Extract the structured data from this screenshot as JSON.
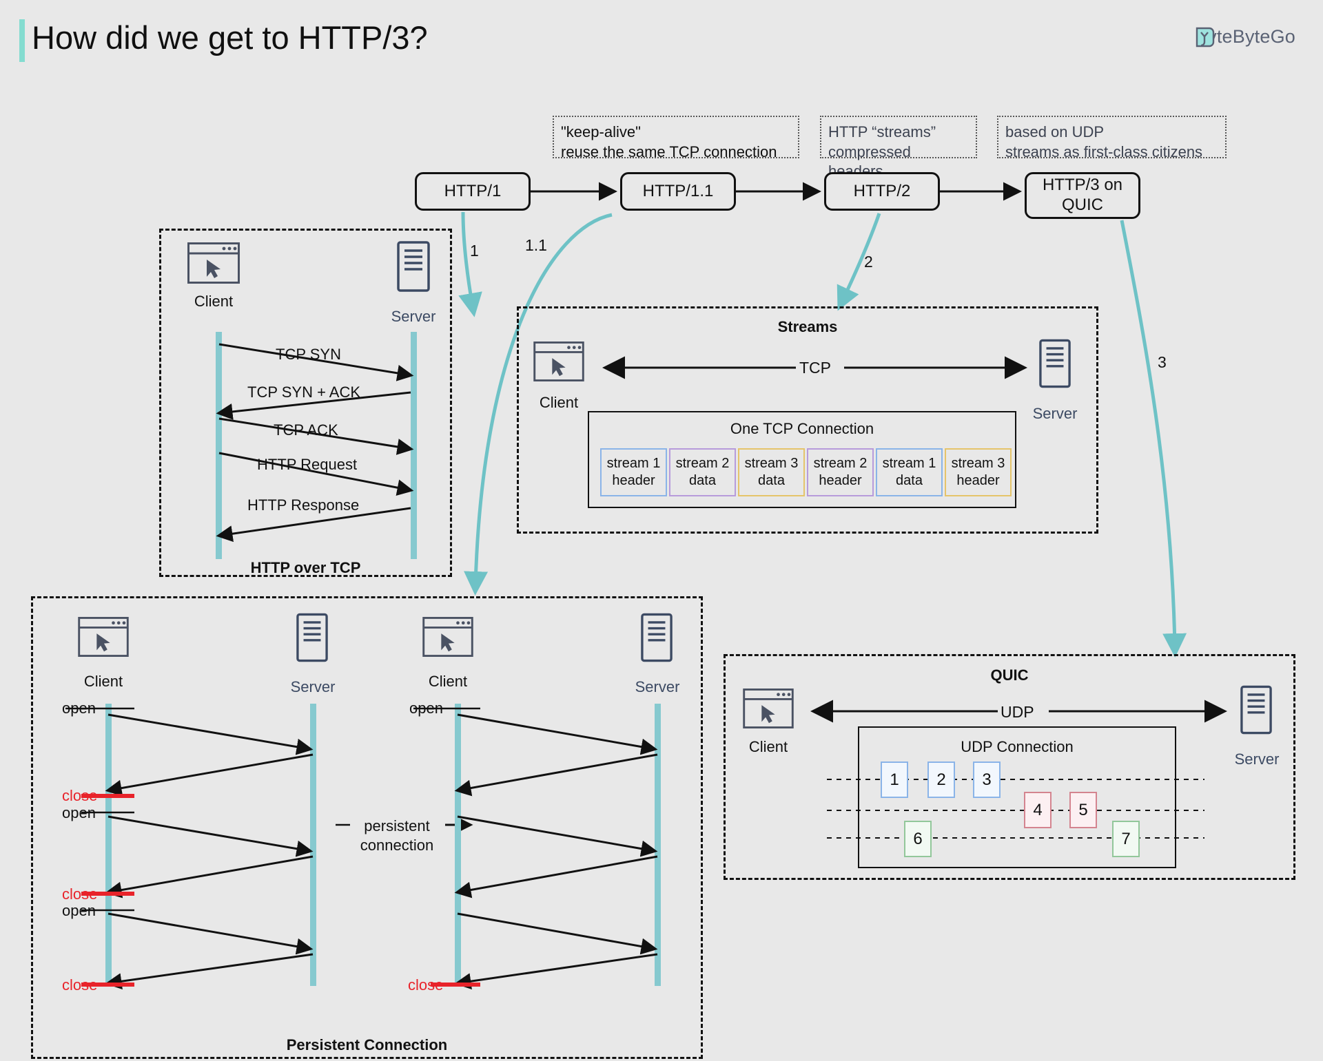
{
  "header": {
    "title": "How did we get to HTTP/3?",
    "logo_text": "ByteByteGo",
    "accent_color": "#84dcd0"
  },
  "notes": [
    {
      "id": "note-keepalive",
      "line1": "\"keep-alive\"",
      "line2": "reuse the same TCP connection"
    },
    {
      "id": "note-streams",
      "line1": "HTTP “streams”",
      "line2": "compressed headers"
    },
    {
      "id": "note-udp",
      "line1": "based on UDP",
      "line2": "streams as first-class citizens"
    }
  ],
  "flow": {
    "nodes": [
      {
        "id": "http1",
        "label": "HTTP/1"
      },
      {
        "id": "http11",
        "label": "HTTP/1.1"
      },
      {
        "id": "http2",
        "label": "HTTP/2"
      },
      {
        "id": "http3",
        "label": "HTTP/3 on\nQUIC",
        "line1": "HTTP/3 on",
        "line2": "QUIC"
      }
    ],
    "curve_labels": [
      "1",
      "1.1",
      "2",
      "3"
    ],
    "curve_color": "#6ec2c6"
  },
  "panel_http_over_tcp": {
    "caption": "HTTP over TCP",
    "client_label": "Client",
    "server_label": "Server",
    "messages": [
      "TCP SYN",
      "TCP SYN + ACK",
      "TCP ACK",
      "HTTP Request",
      "HTTP Response"
    ]
  },
  "panel_streams": {
    "title": "Streams",
    "client_label": "Client",
    "server_label": "Server",
    "transport_label": "TCP",
    "connection_title": "One TCP Connection",
    "chips": [
      {
        "name": "stream 1",
        "kind": "header",
        "color": "blue"
      },
      {
        "name": "stream 2",
        "kind": "data",
        "color": "purple"
      },
      {
        "name": "stream 3",
        "kind": "data",
        "color": "yellow"
      },
      {
        "name": "stream 2",
        "kind": "header",
        "color": "purple"
      },
      {
        "name": "stream 1",
        "kind": "data",
        "color": "blue"
      },
      {
        "name": "stream 3",
        "kind": "header",
        "color": "yellow"
      }
    ]
  },
  "panel_persistent": {
    "caption": "Persistent Connection",
    "left": {
      "client_label": "Client",
      "server_label": "Server",
      "events": [
        "open",
        "close",
        "open",
        "close",
        "open",
        "close"
      ]
    },
    "right": {
      "client_label": "Client",
      "server_label": "Server",
      "events": [
        "open",
        "close"
      ]
    },
    "middle_note_line1": "persistent",
    "middle_note_line2": "connection"
  },
  "panel_quic": {
    "title": "QUIC",
    "client_label": "Client",
    "server_label": "Server",
    "transport_label": "UDP",
    "connection_title": "UDP Connection",
    "packets": [
      {
        "label": "1",
        "color": "blue",
        "row": 1
      },
      {
        "label": "2",
        "color": "blue",
        "row": 1
      },
      {
        "label": "3",
        "color": "blue",
        "row": 1
      },
      {
        "label": "4",
        "color": "red",
        "row": 2
      },
      {
        "label": "5",
        "color": "red",
        "row": 2
      },
      {
        "label": "6",
        "color": "green",
        "row": 3
      },
      {
        "label": "7",
        "color": "green",
        "row": 3
      }
    ]
  },
  "colors": {
    "background": "#e8e8e8",
    "lifeline": "#86c9cf",
    "close_red": "#e8232a",
    "server_slate": "#3c4a63",
    "teal": "#6ec2c6"
  }
}
